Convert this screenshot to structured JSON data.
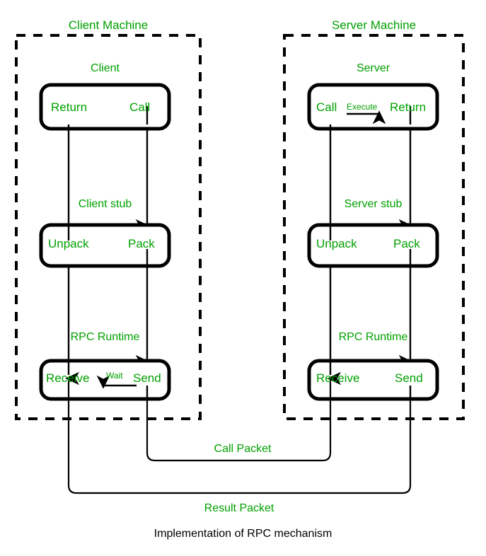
{
  "diagram": {
    "caption": "Implementation of RPC mechanism",
    "colors": {
      "label_green": "#00a000",
      "line_black": "#000000",
      "caption_black": "#000000",
      "background": "#ffffff"
    },
    "machines": [
      {
        "id": "client-machine",
        "title": "Client Machine",
        "layers": [
          {
            "id": "client",
            "title": "Client",
            "left_label": "Return",
            "right_label": "Call",
            "annotation": ""
          },
          {
            "id": "client-stub",
            "title": "Client stub",
            "left_label": "Unpack",
            "right_label": "Pack",
            "annotation": ""
          },
          {
            "id": "client-rpc-runtime",
            "title": "RPC Runtime",
            "left_label": "Receive",
            "right_label": "Send",
            "annotation": "Wait"
          }
        ]
      },
      {
        "id": "server-machine",
        "title": "Server Machine",
        "layers": [
          {
            "id": "server",
            "title": "Server",
            "left_label": "Call",
            "right_label": "Return",
            "annotation": "Execute"
          },
          {
            "id": "server-stub",
            "title": "Server stub",
            "left_label": "Unpack",
            "right_label": "Pack",
            "annotation": ""
          },
          {
            "id": "server-rpc-runtime",
            "title": "RPC Runtime",
            "left_label": "Receive",
            "right_label": "Send",
            "annotation": ""
          }
        ]
      }
    ],
    "packets": [
      {
        "id": "call-packet",
        "label": "Call Packet",
        "from": "client-rpc-runtime.Send",
        "to": "server-rpc-runtime.Receive"
      },
      {
        "id": "result-packet",
        "label": "Result Packet",
        "from": "server-rpc-runtime.Send",
        "to": "client-rpc-runtime.Receive"
      }
    ]
  }
}
